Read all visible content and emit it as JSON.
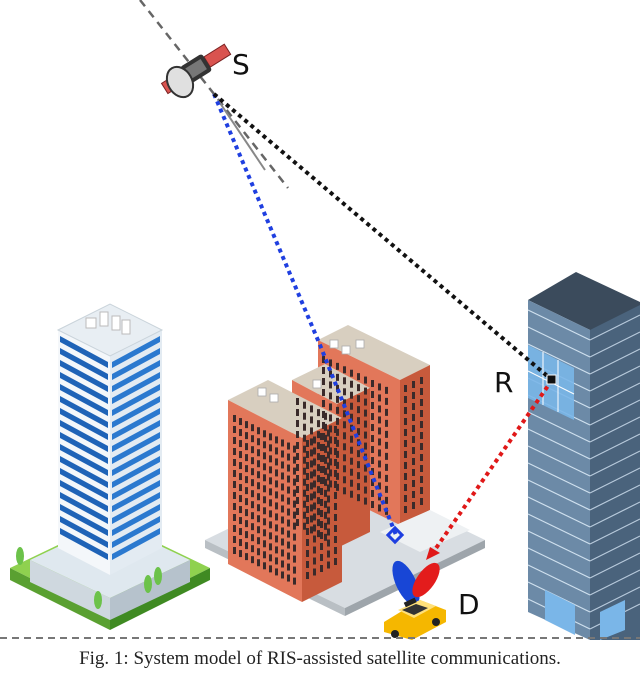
{
  "labels": {
    "satellite": "S",
    "ris": "R",
    "destination": "D"
  },
  "caption": "Fig. 1: System model of RIS-assisted satellite communications.",
  "colors": {
    "direct_link": "#1f3fe0",
    "satellite_to_ris_link": "#111111",
    "ris_to_destination_link": "#e01818",
    "ground_line": "#777777"
  }
}
